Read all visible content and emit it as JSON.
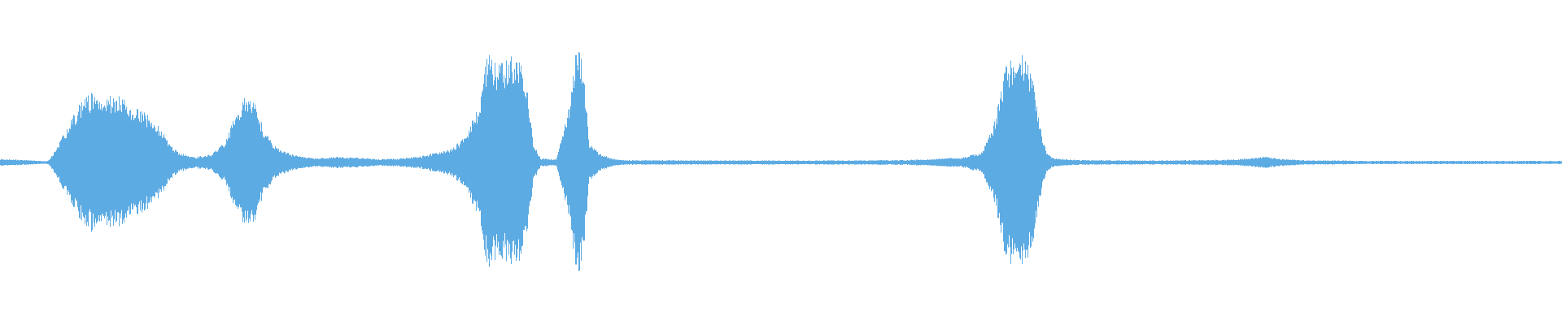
{
  "waveform": {
    "color": "#5DABE3",
    "background": "#FFFFFF",
    "envelope": [
      [
        0,
        0.022
      ],
      [
        1.5,
        0.015
      ],
      [
        3,
        0.008
      ],
      [
        3.2,
        0.025
      ],
      [
        4.2,
        0.2
      ],
      [
        5.0,
        0.35
      ],
      [
        5.8,
        0.43
      ],
      [
        6.6,
        0.4
      ],
      [
        7.4,
        0.42
      ],
      [
        8.2,
        0.37
      ],
      [
        8.9,
        0.33
      ],
      [
        9.6,
        0.28
      ],
      [
        10.2,
        0.22
      ],
      [
        10.8,
        0.12
      ],
      [
        11.4,
        0.06
      ],
      [
        12.5,
        0.035
      ],
      [
        13.5,
        0.05
      ],
      [
        14.3,
        0.12
      ],
      [
        15.0,
        0.28
      ],
      [
        15.7,
        0.42
      ],
      [
        16.3,
        0.36
      ],
      [
        16.9,
        0.2
      ],
      [
        17.7,
        0.09
      ],
      [
        18.8,
        0.045
      ],
      [
        20.2,
        0.025
      ],
      [
        21.5,
        0.035
      ],
      [
        23.0,
        0.03
      ],
      [
        24.3,
        0.02
      ],
      [
        25.6,
        0.025
      ],
      [
        27.0,
        0.04
      ],
      [
        28.8,
        0.08
      ],
      [
        29.8,
        0.16
      ],
      [
        30.6,
        0.35
      ],
      [
        31.2,
        0.68
      ],
      [
        31.9,
        0.6
      ],
      [
        32.6,
        0.66
      ],
      [
        33.2,
        0.62
      ],
      [
        33.7,
        0.53
      ],
      [
        34.1,
        0.12
      ],
      [
        34.6,
        0.025
      ],
      [
        35.6,
        0.02
      ],
      [
        36.3,
        0.3
      ],
      [
        36.9,
        0.72
      ],
      [
        37.3,
        0.65
      ],
      [
        37.7,
        0.12
      ],
      [
        38.3,
        0.06
      ],
      [
        39.2,
        0.022
      ],
      [
        40,
        0.015
      ],
      [
        46,
        0.013
      ],
      [
        52,
        0.012
      ],
      [
        58,
        0.015
      ],
      [
        61.5,
        0.03
      ],
      [
        62.8,
        0.06
      ],
      [
        63.6,
        0.23
      ],
      [
        64.4,
        0.61
      ],
      [
        65.4,
        0.67
      ],
      [
        66.0,
        0.58
      ],
      [
        66.5,
        0.25
      ],
      [
        67.0,
        0.055
      ],
      [
        67.5,
        0.025
      ],
      [
        69,
        0.015
      ],
      [
        74,
        0.012
      ],
      [
        79,
        0.018
      ],
      [
        81,
        0.035
      ],
      [
        82,
        0.022
      ],
      [
        83.5,
        0.014
      ],
      [
        88,
        0.01
      ],
      [
        100,
        0.01
      ]
    ]
  }
}
